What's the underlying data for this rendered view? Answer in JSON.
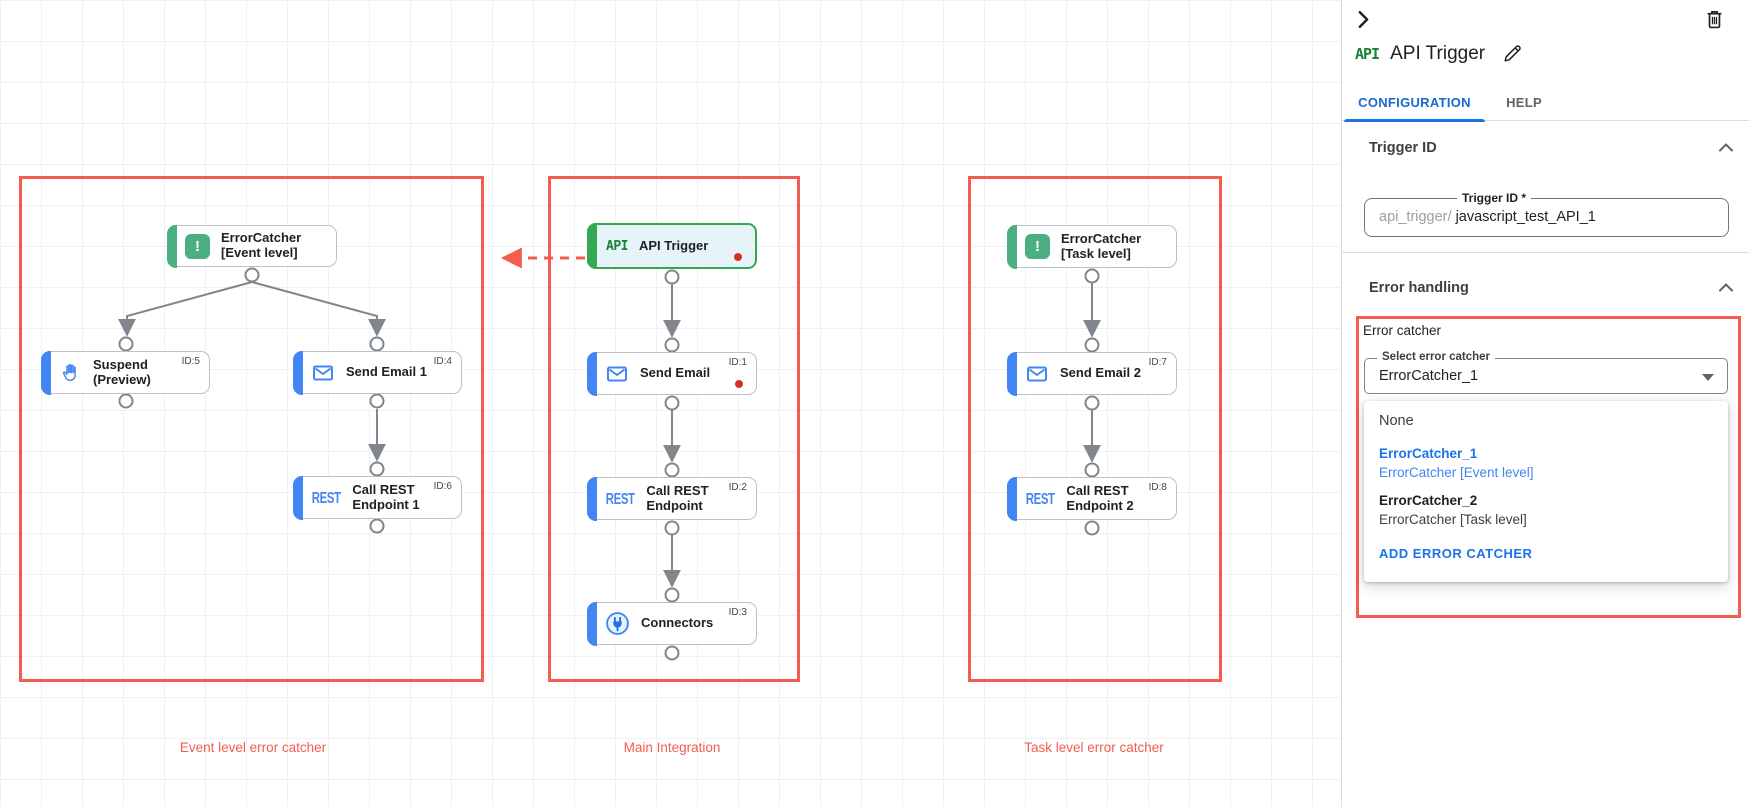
{
  "canvas": {
    "group_labels": [
      "Event level error catcher",
      "Main Integration",
      "Task level error catcher"
    ],
    "nodes": [
      {
        "line1": "ErrorCatcher",
        "line2": "[Event level]",
        "id": ""
      },
      {
        "line1": "Suspend",
        "line2": "(Preview)",
        "id": "ID:5"
      },
      {
        "line1": "Send Email 1",
        "line2": "",
        "id": "ID:4"
      },
      {
        "line1": "Call REST",
        "line2": "Endpoint 1",
        "id": "ID:6"
      },
      {
        "line1": "API Trigger",
        "line2": "",
        "id": ""
      },
      {
        "line1": "Send Email",
        "line2": "",
        "id": "ID:1"
      },
      {
        "line1": "Call REST",
        "line2": "Endpoint",
        "id": "ID:2"
      },
      {
        "line1": "Connectors",
        "line2": "",
        "id": "ID:3"
      },
      {
        "line1": "ErrorCatcher",
        "line2": "[Task level]",
        "id": ""
      },
      {
        "line1": "Send Email 2",
        "line2": "",
        "id": "ID:7"
      },
      {
        "line1": "Call REST",
        "line2": "Endpoint 2",
        "id": "ID:8"
      }
    ]
  },
  "icons": {
    "api_text": "API",
    "rest_text": "REST",
    "error_text": "!"
  },
  "panel": {
    "badge": "API",
    "title": "API Trigger",
    "tabs": {
      "configuration": "CONFIGURATION",
      "help": "HELP"
    },
    "trigger_id": {
      "heading": "Trigger ID",
      "field_label": "Trigger ID *",
      "prefix": "api_trigger/",
      "value": "javascript_test_API_1"
    },
    "error_handling": {
      "heading": "Error handling",
      "group_label": "Error catcher",
      "select_label": "Select error catcher",
      "select_value": "ErrorCatcher_1",
      "menu": {
        "none": "None",
        "options": [
          {
            "name": "ErrorCatcher_1",
            "desc": "ErrorCatcher [Event level]"
          },
          {
            "name": "ErrorCatcher_2",
            "desc": "ErrorCatcher [Task level]"
          }
        ],
        "add": "ADD ERROR CATCHER"
      }
    }
  },
  "colors": {
    "accent_blue": "#1a73e8",
    "task_blue": "#4285f4",
    "green": "#34a853",
    "soft_green": "#4caf82",
    "alert_red": "#f35c4f",
    "dot_red": "#d93025"
  }
}
